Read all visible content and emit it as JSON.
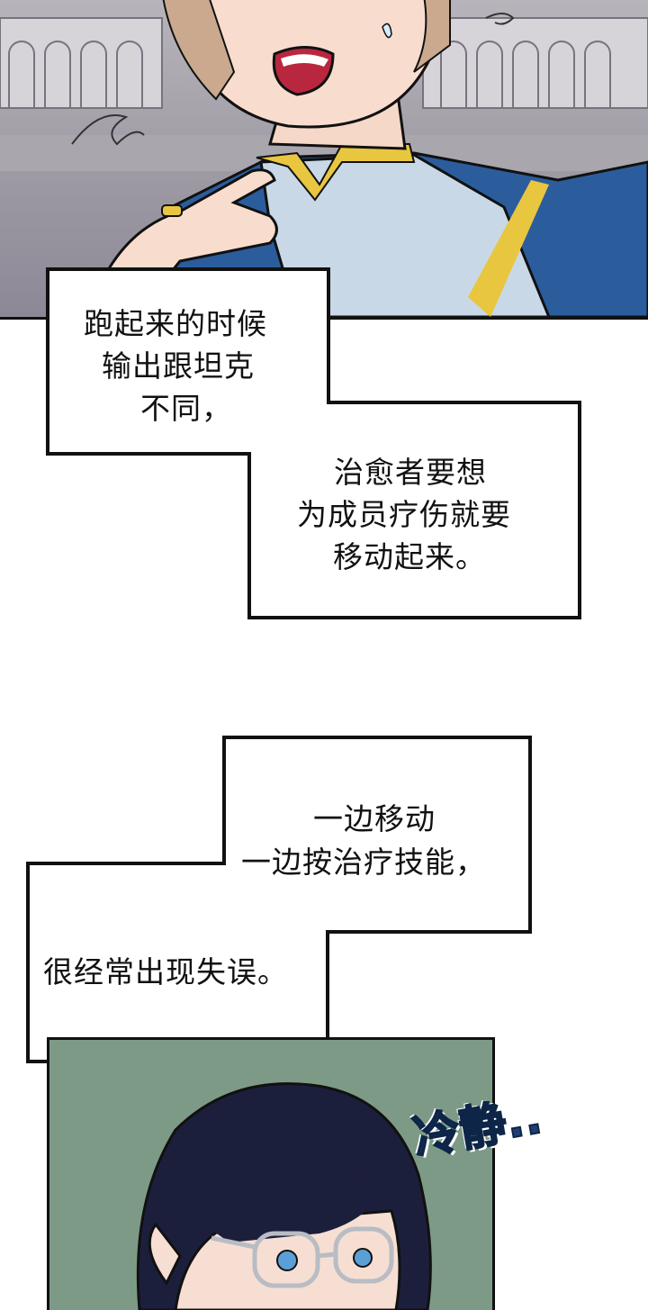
{
  "bubbles": [
    {
      "id": "bubble-1",
      "lines": [
        "跑起来的时候",
        "输出跟坦克",
        "不同，"
      ]
    },
    {
      "id": "bubble-2",
      "lines": [
        "治愈者要想",
        "为成员疗伤就要",
        "移动起来。"
      ]
    },
    {
      "id": "bubble-3",
      "lines": [
        "一边移动",
        "一边按治疗技能，"
      ]
    },
    {
      "id": "bubble-4",
      "lines": [
        "很经常出现失误。"
      ]
    }
  ],
  "sfx": {
    "text": "冷静.."
  },
  "colors": {
    "sfx": "#1f3f72",
    "uniform_blue": "#2b5d9c",
    "uniform_light": "#c9d8e6",
    "trim_gold": "#e8c640",
    "hair_dark": "#1c1f3c",
    "panel_green": "#7d9a86"
  }
}
